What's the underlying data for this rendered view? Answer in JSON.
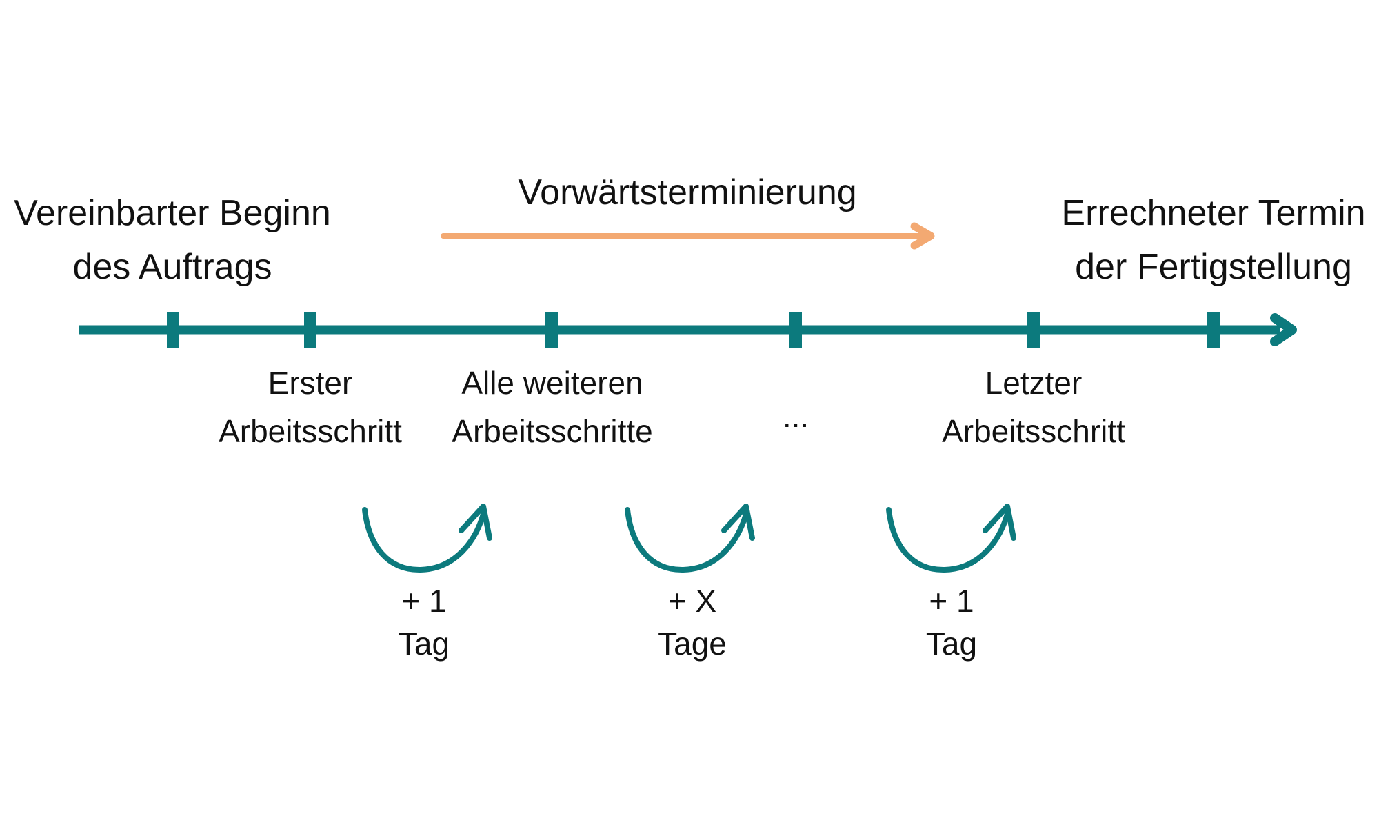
{
  "colors": {
    "teal": "#0c7a7d",
    "orange": "#f3a972",
    "text": "#111111",
    "background": "#ffffff"
  },
  "header": {
    "left": {
      "line1": "Vereinbarter Beginn",
      "line2": "des Auftrags"
    },
    "center": {
      "label": "Vorwärtsterminierung"
    },
    "right": {
      "line1": "Errechneter Termin",
      "line2": "der Fertigstellung"
    }
  },
  "timeline": {
    "step_labels": [
      {
        "line1": "Erster",
        "line2": "Arbeitsschritt"
      },
      {
        "line1": "Alle weiteren",
        "line2": "Arbeitsschritte"
      },
      {
        "line1": "..."
      },
      {
        "line1": "Letzter",
        "line2": "Arbeitsschritt"
      }
    ]
  },
  "increments": [
    {
      "line1": "+ 1",
      "line2": "Tag"
    },
    {
      "line1": "+ X",
      "line2": "Tage"
    },
    {
      "line1": "+ 1",
      "line2": "Tag"
    }
  ]
}
